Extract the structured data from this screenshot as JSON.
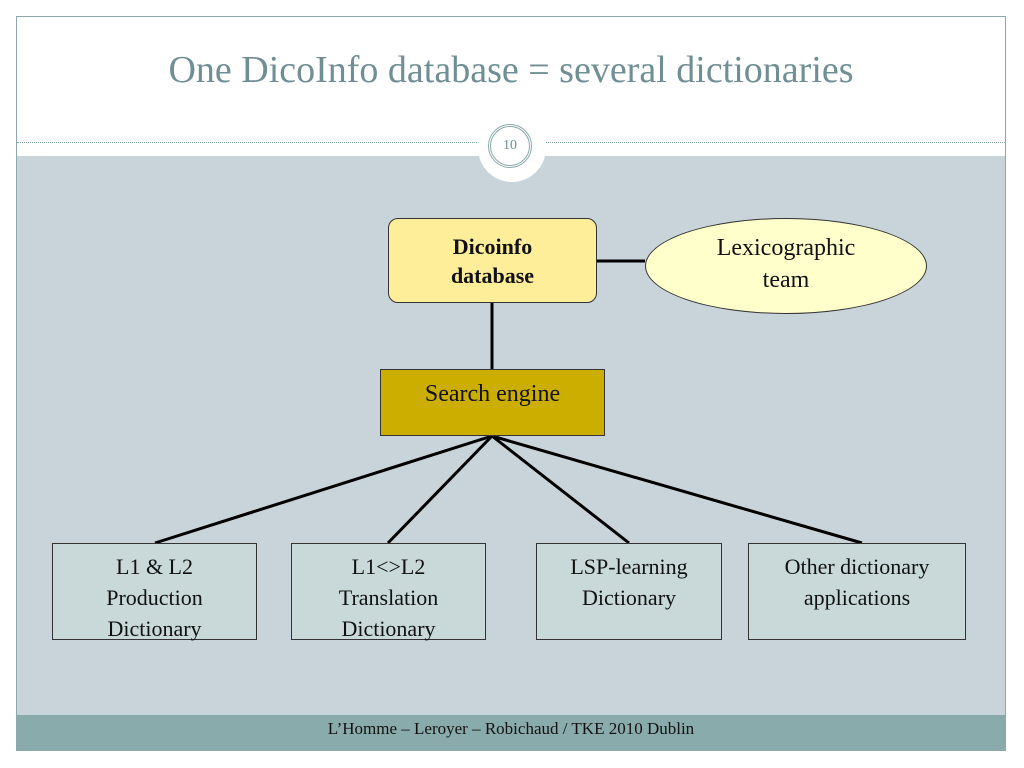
{
  "slide": {
    "title": "One DicoInfo database = several dictionaries",
    "page_number": "10",
    "footer": "L’Homme – Leroyer – Robichaud / TKE 2010 Dublin"
  },
  "diagram": {
    "database": "Dicoinfo\ndatabase",
    "team": "Lexicographic\nteam",
    "engine": "Search engine",
    "outputs": [
      "L1 & L2\nProduction\nDictionary",
      "L1<>L2\nTranslation\nDictionary",
      "LSP-learning\nDictionary",
      "Other dictionary\napplications"
    ]
  },
  "colors": {
    "title": "#6f8f94",
    "content_bg": "#c9d3da",
    "footer_bg": "#8aabab",
    "database_fill": "#ffee99",
    "team_fill": "#ffffcc",
    "engine_fill": "#ccae00",
    "output_fill": "#c9d9d9"
  }
}
